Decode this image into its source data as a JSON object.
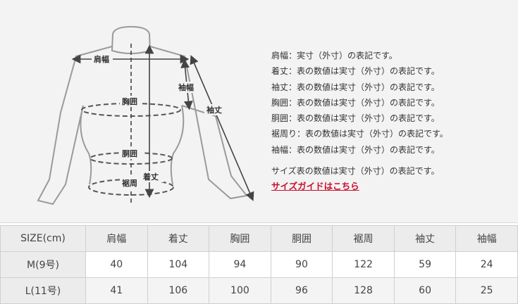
{
  "diagram": {
    "labels": {
      "shoulder": "肩幅",
      "bust": "胸囲",
      "waist": "胴囲",
      "hem": "裾周",
      "length": "着丈",
      "sleeve_width": "袖幅",
      "sleeve_length": "袖丈"
    }
  },
  "notes": {
    "lines": [
      "肩幅：実寸（外寸）の表記です。",
      "着丈：表の数値は実寸（外寸）の表記です。",
      "袖丈：表の数値は実寸（外寸）の表記です。",
      "胸囲：表の数値は実寸（外寸）の表記です。",
      "胴囲：表の数値は実寸（外寸）の表記です。",
      "裾周り：表の数値は実寸（外寸）の表記です。",
      "袖幅：表の数値は実寸（外寸）の表記です。"
    ],
    "summary": "サイズ表の数値は実寸（外寸）の表記です。",
    "guide_link": "サイズガイドはこちら",
    "link_color": "#c8102e"
  },
  "size_table": {
    "headers": [
      "SIZE(cm)",
      "肩幅",
      "着丈",
      "胸囲",
      "胴囲",
      "裾周",
      "袖丈",
      "袖幅"
    ],
    "rows": [
      [
        "M(9号)",
        "40",
        "104",
        "94",
        "90",
        "122",
        "59",
        "24"
      ],
      [
        "L(11号)",
        "41",
        "106",
        "100",
        "96",
        "128",
        "60",
        "25"
      ]
    ]
  }
}
